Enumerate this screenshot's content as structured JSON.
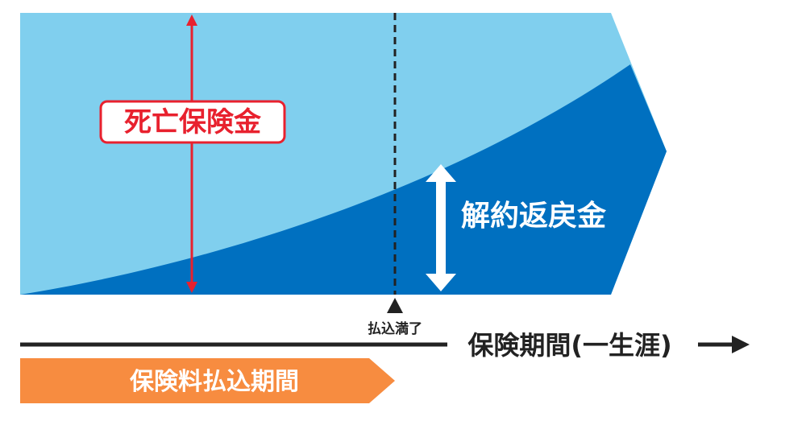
{
  "labels": {
    "death_benefit": "死亡保険金",
    "surrender_value": "解約返戻金",
    "payment_end": "払込満了",
    "coverage_period": "保険期間(一生涯)",
    "premium_period": "保険料払込期間"
  },
  "colors": {
    "death_area": "#80cfee",
    "surrender_area": "#0070c0",
    "death_accent": "#e8212e",
    "premium_bar": "#f78c40",
    "timeline": "#222222"
  }
}
